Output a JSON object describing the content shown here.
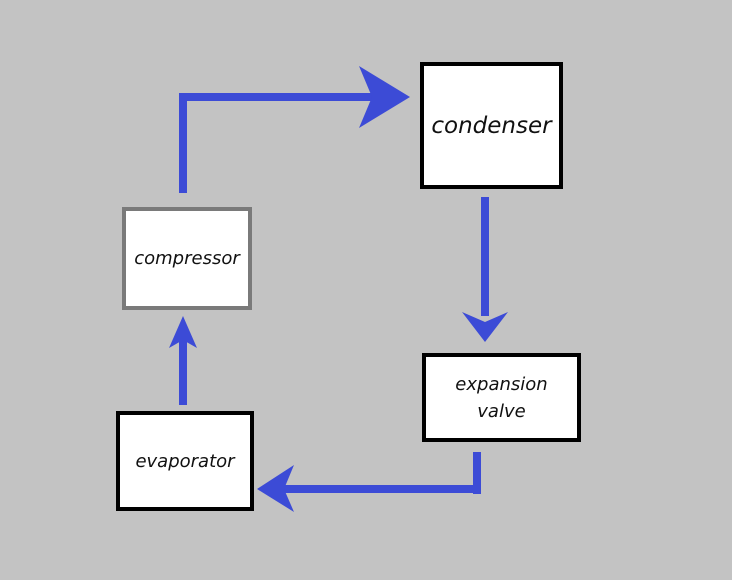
{
  "diagram": {
    "type": "flow-cycle",
    "components": {
      "condenser": "condenser",
      "compressor": "compressor",
      "expansion_valve_line1": "expansion",
      "expansion_valve_line2": "valve",
      "evaporator": "evaporator"
    },
    "flow": [
      [
        "compressor",
        "condenser"
      ],
      [
        "condenser",
        "expansion valve"
      ],
      [
        "expansion valve",
        "evaporator"
      ],
      [
        "evaporator",
        "compressor"
      ]
    ]
  },
  "colors": {
    "background": "#c3c3c3",
    "arrow": "#3c4bd6",
    "box_fill": "#ffffff",
    "box_border": "#000000",
    "compressor_border": "#7a7a7a"
  }
}
